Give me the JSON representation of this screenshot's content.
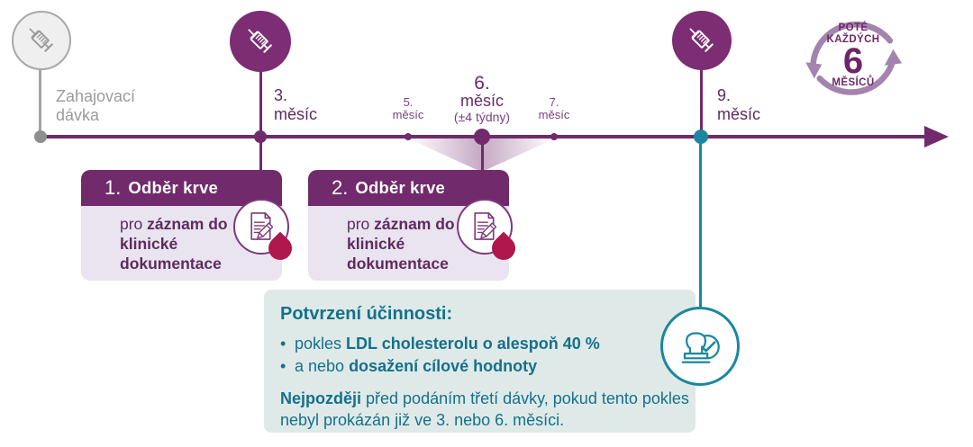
{
  "colors": {
    "purple": "#712a6b",
    "purple_circle": "#7c2d74",
    "purple_text": "#5e2b5e",
    "month_small_text": "#7b4083",
    "lavender_body": "#e9e4f0",
    "mauve_arrows": "#a284ae",
    "blood_drop": "#b0174d",
    "teal": "#1b87a0",
    "teal_text": "#15708c",
    "teal_bg": "#dfeae8",
    "gray": "#9b9b9b"
  },
  "timeline": {
    "start": {
      "line1": "Zahajovací",
      "line2": "dávka"
    },
    "milestones": [
      {
        "number": "3.",
        "unit": "měsíc"
      },
      {
        "number": "5.",
        "unit": "měsíc"
      },
      {
        "number": "6.",
        "unit": "měsíc",
        "note": "(±4 týdny)"
      },
      {
        "number": "7.",
        "unit": "měsíc"
      },
      {
        "number": "9.",
        "unit": "měsíc"
      }
    ]
  },
  "repeat_badge": {
    "word1": "POTÉ",
    "word2": "KAŽDÝCH",
    "number": "6",
    "word3": "MĚSÍCŮ"
  },
  "blood_draw_cards": [
    {
      "step": "1.",
      "title": "Odběr krve",
      "body_prefix": "pro ",
      "body_bold": "záznam do klinické dokumentace"
    },
    {
      "step": "2.",
      "title": "Odběr krve",
      "body_prefix": "pro ",
      "body_bold": "záznam do klinické dokumentace"
    }
  ],
  "confirmation": {
    "title": "Potvrzení účinnosti:",
    "bullet_char": "•",
    "bullets": [
      {
        "prefix": "pokles ",
        "bold": "LDL cholesterolu o alespoň 40 %"
      },
      {
        "prefix": "a nebo ",
        "bold": "dosažení cílové hodnoty"
      }
    ],
    "note_bold": "Nejpozději",
    "note_rest": " před podáním třetí dávky, pokud tento pokles nebyl prokázán již ve 3. nebo 6. měsíci."
  }
}
